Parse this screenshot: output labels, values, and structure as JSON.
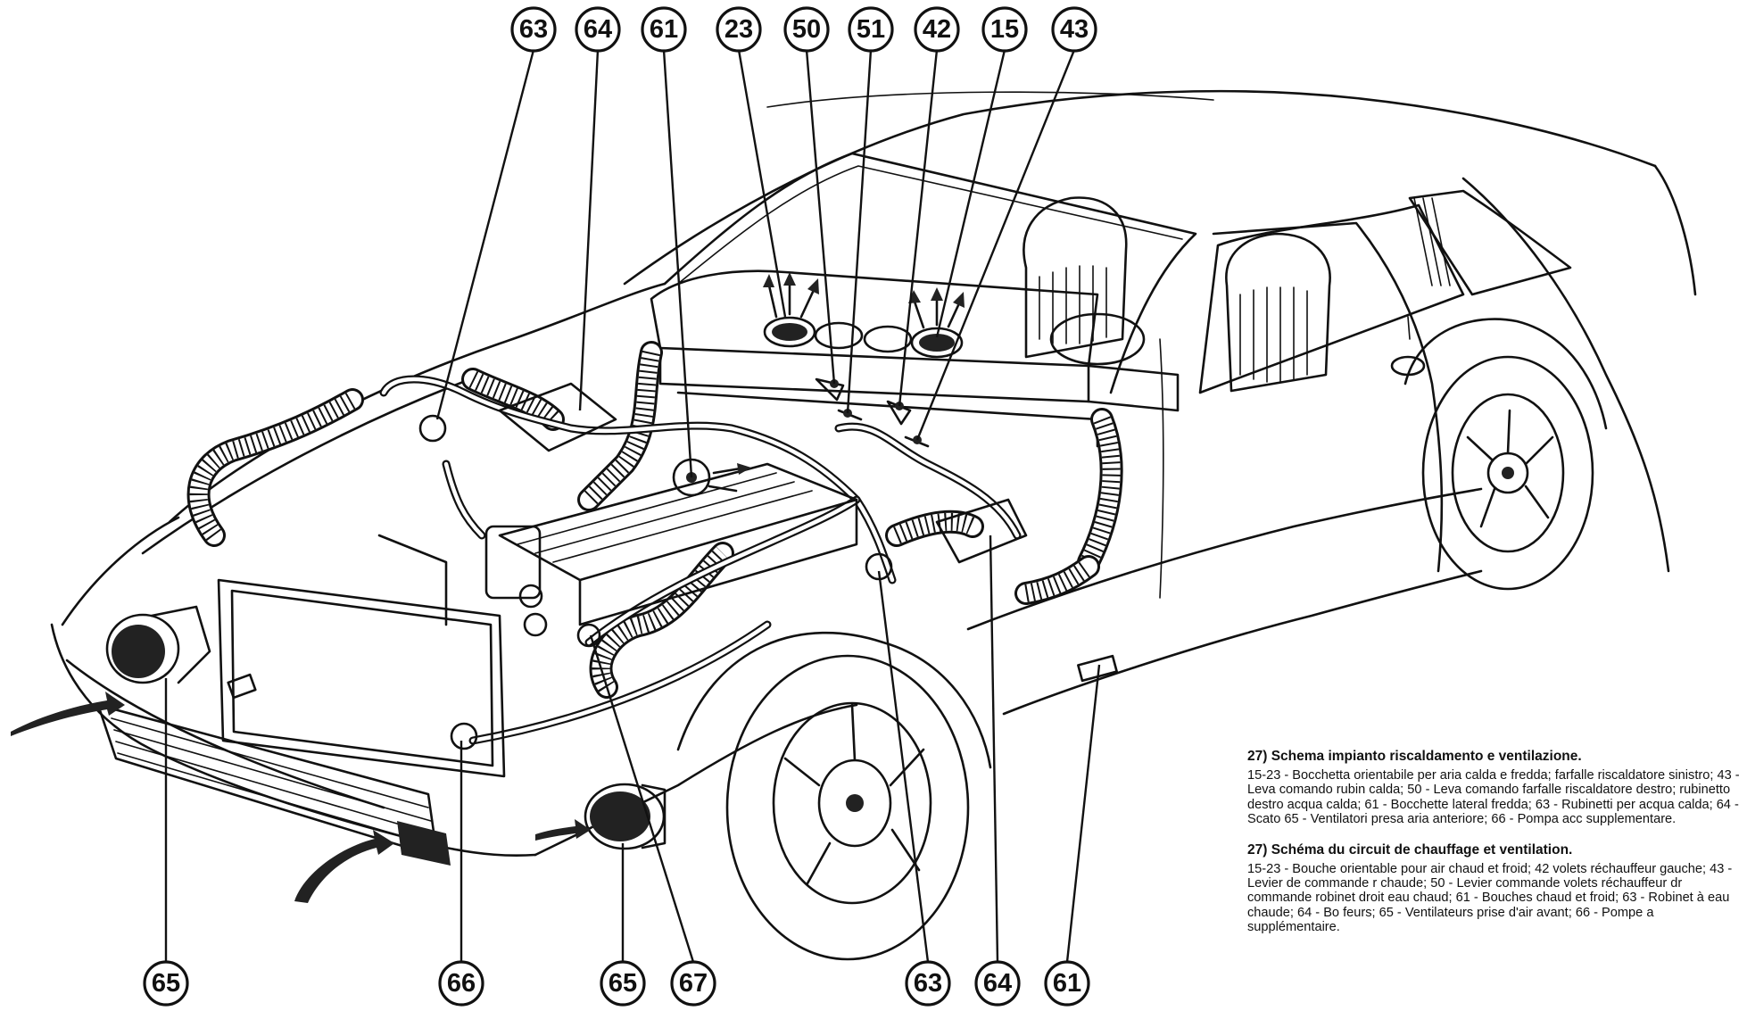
{
  "callouts_top": [
    "63",
    "64",
    "61",
    "23",
    "50",
    "51",
    "42",
    "15",
    "43"
  ],
  "callouts_bottom": [
    "65",
    "66",
    "65",
    "67",
    "63",
    "64",
    "61"
  ],
  "caption": {
    "it_title": "27) Schema impianto riscaldamento e ventilazione.",
    "it_body": "15-23 - Bocchetta orientabile per aria calda e fredda; farfalle riscaldatore sinistro; 43 - Leva comando rubin calda; 50 - Leva comando farfalle riscaldatore destro; rubinetto destro acqua calda; 61 - Bocchette lateral fredda; 63 - Rubinetti per acqua calda; 64 - Scato 65 - Ventilatori presa aria anteriore; 66 - Pompa acc supplementare.",
    "fr_title": "27) Schéma du circuit de chauffage et ventilation.",
    "fr_body": "15-23 - Bouche orientable pour air chaud et froid; 42 volets réchauffeur gauche; 43 - Levier de commande r chaude; 50 - Levier commande volets réchauffeur dr commande robinet droit eau chaud; 61 - Bouches chaud et froid; 63 - Robinet à eau chaude; 64 - Bo feurs; 65 - Ventilateurs prise d'air avant; 66 - Pompe a supplémentaire."
  }
}
